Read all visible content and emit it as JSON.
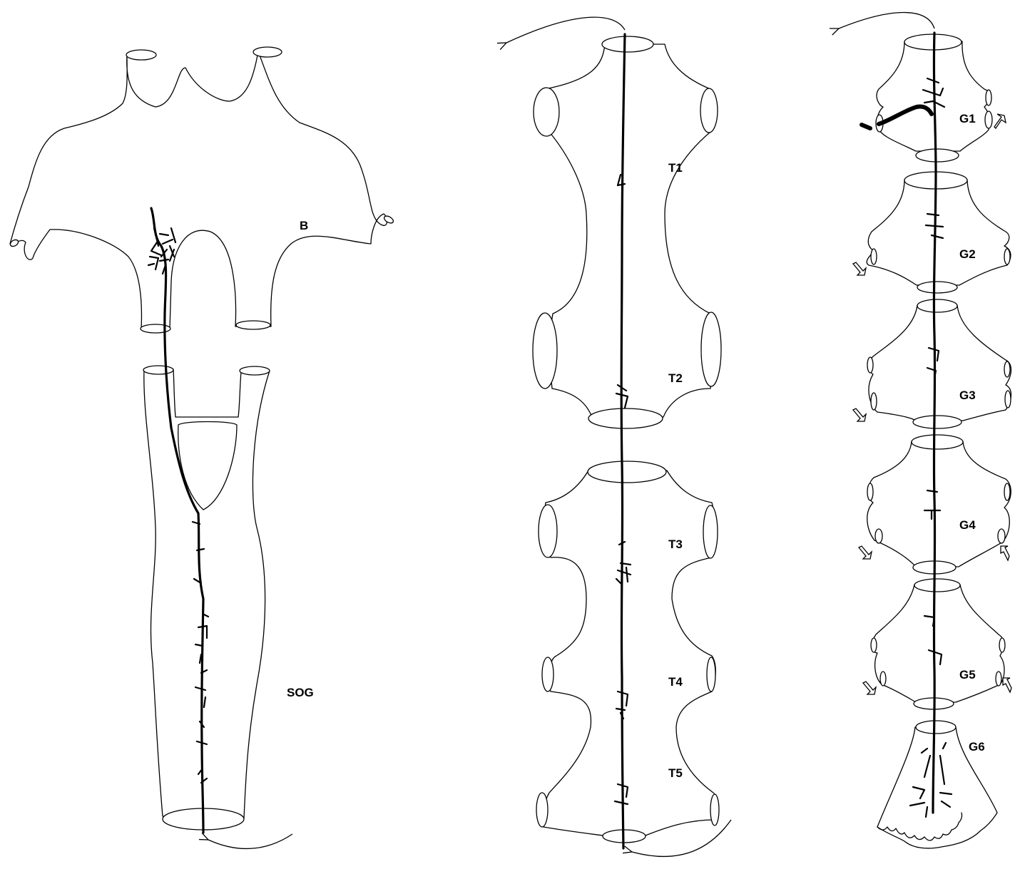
{
  "figure": {
    "panels": [
      {
        "id": "left",
        "labels": [
          "B",
          "SOG"
        ]
      },
      {
        "id": "middle",
        "labels": [
          "T1",
          "T2",
          "T3",
          "T4",
          "T5"
        ]
      },
      {
        "id": "right",
        "labels": [
          "G1",
          "G2",
          "G3",
          "G4",
          "G5",
          "G6"
        ]
      }
    ]
  }
}
